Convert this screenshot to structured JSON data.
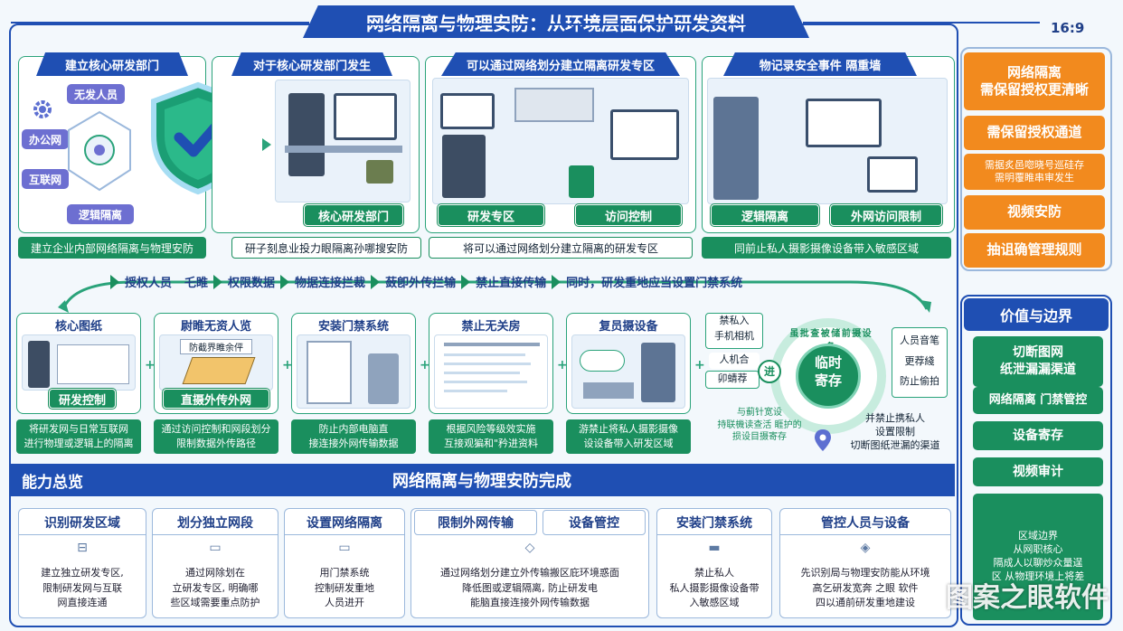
{
  "header": {
    "title": "网络隔离与物理安防：从环境层面保护研发资料",
    "ratio": "16:9"
  },
  "top": {
    "p1": {
      "title": "建立核心研发部门",
      "tags": [
        "无发人员",
        "办公网",
        "互联网",
        "逻辑隔离"
      ],
      "band": "建立企业内部网络隔离与物理安防"
    },
    "p2": {
      "title": "对于核心研发部门发生",
      "tag": "核心研发部门",
      "band": "研子刻息业投力眼隔离孙哪搜安防"
    },
    "p3": {
      "title": "可以通过网络划分建立隔离研发专区",
      "tags": [
        "研发专区",
        "访问控制"
      ],
      "band": "将可以通过网络划分建立隔离的研发专区"
    },
    "p4": {
      "title": "物记录安全事件     隔重墙",
      "tags": [
        "逻辑隔离",
        "外网访问限制"
      ],
      "band": "同前止私人摄影摄像设备带入敏感区域"
    }
  },
  "right": {
    "orange": [
      "网络隔离\n需保留授权更清晰",
      "需保留授权通道",
      "需据炙邑唿晓号巡硅存\n需明覆睢串审发生",
      "视频安防",
      "抽诅确管理规则"
    ],
    "header": "价值与边界",
    "green": [
      "切断图网\n纸泄漏漏渠道",
      "网络隔离   门禁管控",
      "设备寄存",
      "视频审计",
      "区域边界\n从网职核心\n隔成人以聊炒众量逞\n区 从物理环境上将差"
    ]
  },
  "flow": {
    "steps": [
      "授权人员",
      "乇睢",
      "权限数据",
      "物据连接拦裁",
      "蔹卽外传拦输",
      "禁止直接传输",
      "同时，研发重地应当设置门禁系统"
    ]
  },
  "middle": [
    {
      "title": "核心图纸",
      "tag": "研发控制",
      "caption": "将研发网与日常互联网\n进行物理或逻辑上的隔离"
    },
    {
      "title": "尉睢无资人览",
      "tag": "直摄外传外网",
      "caption": "通过访问控制和网段划分\n限制数据外传路径",
      "note": "防截界睢余伻"
    },
    {
      "title": "安装门禁系统",
      "caption": "防止内部电脑直\n接连接外网传输数据"
    },
    {
      "title": "禁止无关房",
      "caption": "根据风险等级效实施\n互接观猵和\"矜进资料"
    },
    {
      "title": "复员摄设备",
      "caption": "游禁止将私人摄影摄像\n设设备带入研发区域"
    }
  ],
  "circle": {
    "center": "临时\n寄存",
    "arc": "虽 批 查 被 储 前 摄 设 备",
    "left_tags": [
      "禁私入\n手机相机",
      "人机合",
      "卯蜻荐"
    ],
    "right_tags": [
      "人员音笔",
      "更荐綫",
      "防止偷拍"
    ],
    "mid": "进",
    "bottom_left": "与蓟针宽设\n持联機读查活  睚护的\n损设目摄寄存",
    "bottom_right": "并禁止携私人\n设置限制\n切断图纸泄漏的渠道"
  },
  "bottom": {
    "label": "能力总览",
    "title": "网络隔离与物理安防完成",
    "cards": [
      {
        "title": "识别研发区域",
        "desc": "建立独立研发专区,\n限制研发网与互联\n网直接连通"
      },
      {
        "title": "划分独立网段",
        "desc": "通过网除划在\n立研发专区, 明确哪\n些区域需要重点防护"
      },
      {
        "title": "设置网络隔离",
        "desc": "用门禁系统\n控制研发重地\n人员进开"
      },
      {
        "title": "限制外网传输",
        "desc": "通过网络划分建立外传输搬区庇环境惑面\n降低图或逻辑隔离, 防止研发电\n能脑直接连接外网传输数据"
      },
      {
        "title": "设备管控",
        "desc": ""
      },
      {
        "title": "安装门禁系统",
        "desc": "禁止私人\n私人摄影摄像设备带\n入敏感区域"
      },
      {
        "title": "管控人员与设备",
        "desc": "先识别局与物理安防能从环境\n高乞研发宽奔 之眼 软件\n四以通前研发重地建设"
      }
    ]
  },
  "watermark": "图案之眼软件"
}
